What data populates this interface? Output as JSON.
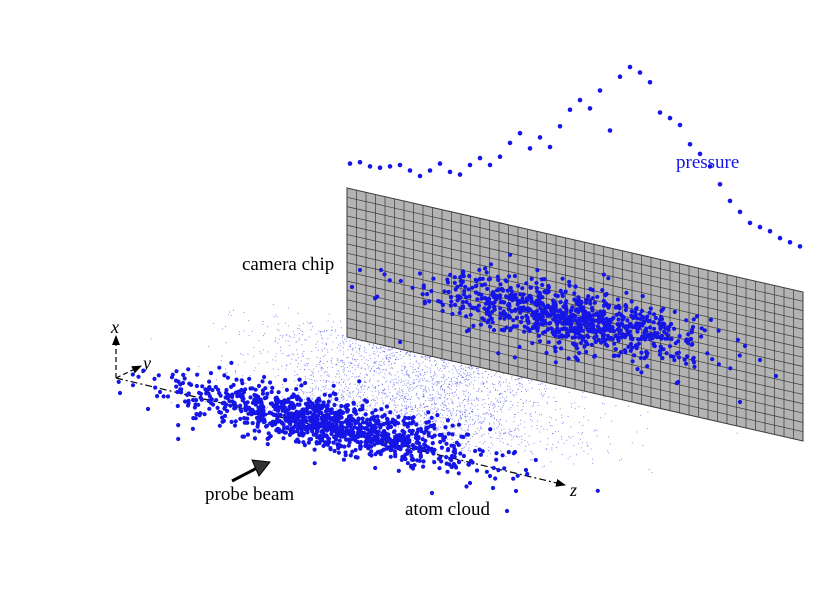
{
  "labels": {
    "camera": "camera chip",
    "pressure": "pressure",
    "probe": "probe beam",
    "atom": "atom cloud"
  },
  "axes": {
    "x": "x",
    "y": "y",
    "z": "z"
  },
  "colors": {
    "dots": "#1515e6",
    "chip_fill": "#b3b3b3",
    "chip_grid": "#3a3a3a",
    "axis": "#000000"
  },
  "pressure_profile": [
    0.3,
    0.31,
    0.28,
    0.27,
    0.28,
    0.29,
    0.25,
    0.21,
    0.25,
    0.3,
    0.24,
    0.22,
    0.29,
    0.34,
    0.29,
    0.35,
    0.45,
    0.52,
    0.41,
    0.49,
    0.42,
    0.57,
    0.69,
    0.76,
    0.7,
    0.83,
    0.54,
    0.93,
    1.0,
    0.96,
    0.89,
    0.67,
    0.63,
    0.58,
    0.44,
    0.37,
    0.28,
    0.15,
    0.03,
    -0.05,
    -0.13,
    -0.16,
    -0.19,
    -0.24,
    -0.27,
    -0.3
  ]
}
